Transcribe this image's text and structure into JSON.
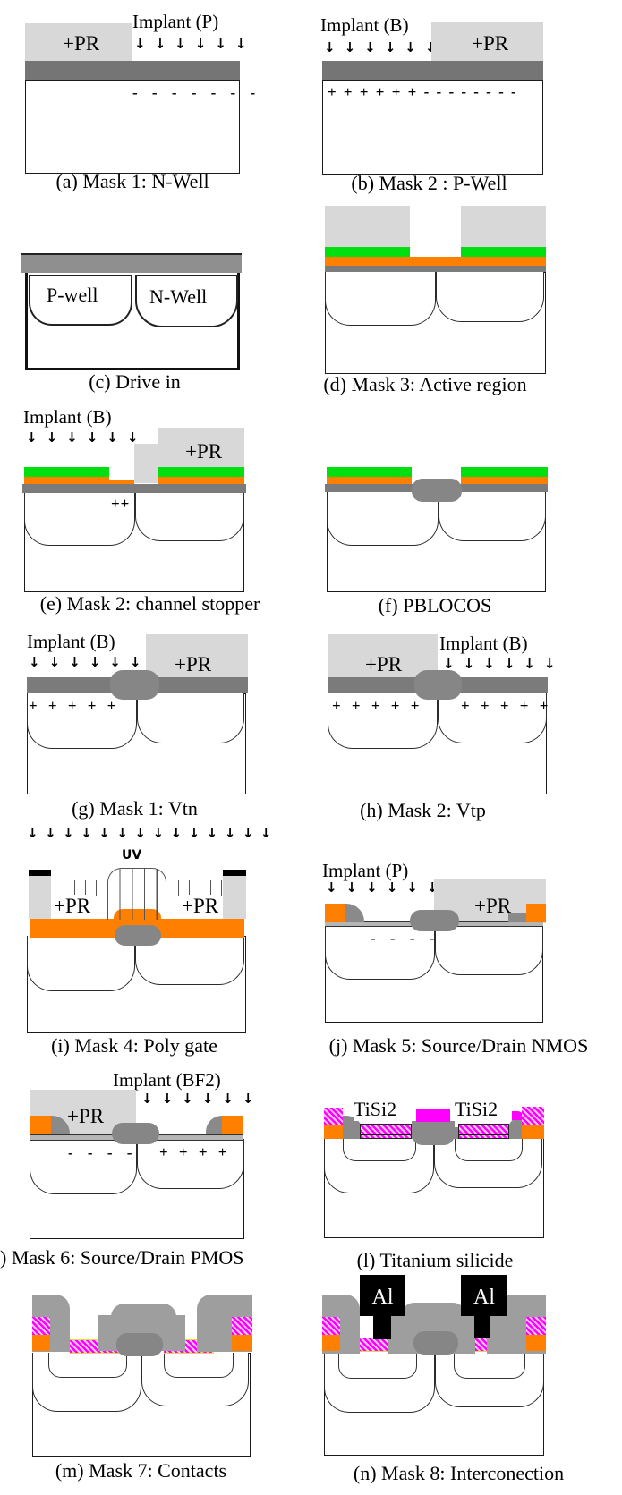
{
  "palette": {
    "photoresist_gray": "#d8d8d8",
    "oxide_bar_gray": "#757575",
    "nitride_green": "#00df10",
    "pad_oxide_orange": "#ff8000",
    "field_oxide_gray": "#868686",
    "dielectric_gray": "#9e9e9e",
    "silicide_magenta": "#ff00ff",
    "aluminum_black": "#000000"
  },
  "panels": {
    "a": {
      "caption": "(a) Mask 1: N-Well",
      "implant": "Implant (P)",
      "pr": "+PR",
      "arrows": "↓↓↓↓↓↓",
      "minus_row": "- - - - - - -"
    },
    "b": {
      "caption": "(b) Mask 2 : P-Well",
      "implant": "Implant (B)",
      "pr": "+PR",
      "arrows": "↓↓↓↓↓↓",
      "charge_row": "+ + + + + +  - - - - - - - -"
    },
    "c": {
      "caption": "(c) Drive in",
      "p_well": "P-well",
      "n_well": "N-Well"
    },
    "d": {
      "caption": "(d) Mask 3: Active region"
    },
    "e": {
      "caption": "(e) Mask 2: channel stopper",
      "implant": "Implant (B)",
      "pr": "+PR",
      "arrows": "↓↓↓↓↓↓",
      "plus_row": "++"
    },
    "f": {
      "caption": "(f) PBLOCOS"
    },
    "g": {
      "caption": "(g) Mask 1: Vtn",
      "implant": "Implant (B)",
      "pr": "+PR",
      "arrows": "↓↓↓↓↓↓",
      "plus_row": "+ + + + +"
    },
    "h": {
      "caption": "(h) Mask 2: Vtp",
      "implant": "Implant (B)",
      "pr": "+PR",
      "arrows": "↓↓↓↓↓↓",
      "plus_left": "+ + + + +",
      "plus_right": "+ + + + +"
    },
    "i": {
      "caption": "(i) Mask 4: Poly gate",
      "arrows": "↓↓↓↓↓↓↓↓↓↓↓↓↓↓",
      "uv": "UV",
      "pr_left": "+PR",
      "pr_right": "+PR"
    },
    "j": {
      "caption": "(j) Mask 5: Source/Drain NMOS",
      "implant": "Implant (P)",
      "pr": "+PR",
      "arrows": "↓↓↓↓↓↓",
      "minus_row": "- - - -"
    },
    "k": {
      "caption": ") Mask 6: Source/Drain PMOS",
      "implant": "Implant (BF2)",
      "pr": "+PR",
      "arrows": "↓↓↓↓↓↓",
      "minus_row": "- - - -",
      "plus_row": "+ + + +"
    },
    "l": {
      "caption": "(l) Titanium silicide",
      "tisi2_left": "TiSi2",
      "tisi2_right": "TiSi2"
    },
    "m": {
      "caption": "(m) Mask 7: Contacts"
    },
    "n": {
      "caption": "(n) Mask 8: Interconection",
      "al_left": "Al",
      "al_right": "Al"
    }
  }
}
